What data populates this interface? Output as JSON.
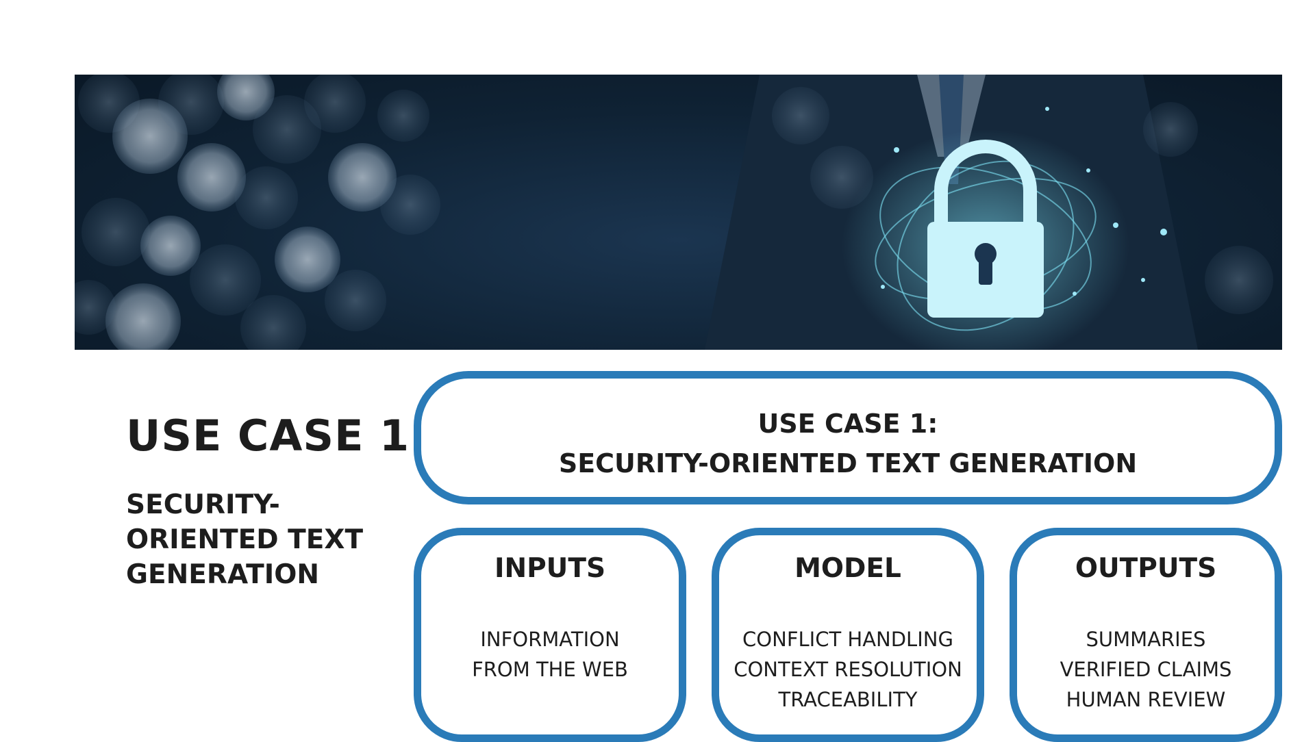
{
  "banner": {
    "image_name": "security-padlock-banner",
    "colors": {
      "background": "#0f2234",
      "glow": "#7fe3f5",
      "lock": "#c9f3fb"
    }
  },
  "left": {
    "title": "USE CASE 1",
    "subtitle": "SECURITY-\nORIENTED TEXT\nGENERATION"
  },
  "main": {
    "line1": "USE CASE 1:",
    "line2": "SECURITY-ORIENTED TEXT GENERATION"
  },
  "cards": {
    "inputs": {
      "title": "INPUTS",
      "items": [
        "INFORMATION",
        "FROM THE WEB"
      ]
    },
    "model": {
      "title": "MODEL",
      "items": [
        "CONFLICT HANDLING",
        "CONTEXT RESOLUTION",
        "TRACEABILITY"
      ]
    },
    "outputs": {
      "title": "OUTPUTS",
      "items": [
        "SUMMARIES",
        "VERIFIED CLAIMS",
        "HUMAN REVIEW"
      ]
    }
  },
  "colors": {
    "accent": "#2a7bb8",
    "text": "#1d1d1d",
    "background": "#ffffff"
  }
}
